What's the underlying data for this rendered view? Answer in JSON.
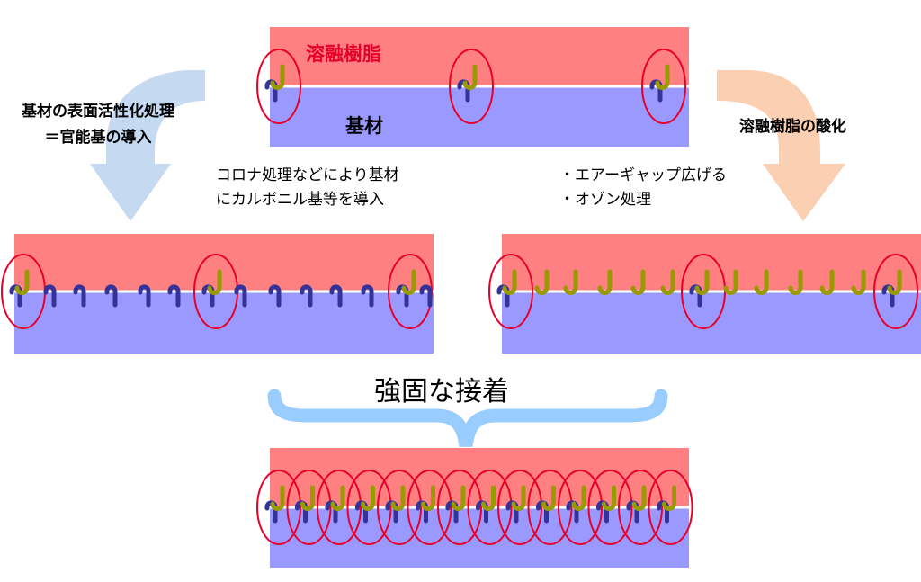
{
  "labels": {
    "resin": "溶融樹脂",
    "substrate": "基材",
    "left_arrow_line1": "基材の表面活性化処理",
    "left_arrow_line2": "＝官能基の導入",
    "right_arrow": "溶融樹脂の酸化",
    "corona_line1": "コロナ処理などにより基材",
    "corona_line2": "にカルボニル基等を導入",
    "ozone_line1": "・エアーギャップ広げる",
    "ozone_line2": "・オゾン処理",
    "result": "強固な接着"
  },
  "colors": {
    "resin": "#ff8080",
    "substrate": "#9999ff",
    "hook_resin": "#999900",
    "hook_substrate": "#333399",
    "bond_circle": "#e8002a",
    "arrow_left": "#c5d9f1",
    "arrow_right": "#fbcfb2",
    "brace": "#99ccff"
  }
}
